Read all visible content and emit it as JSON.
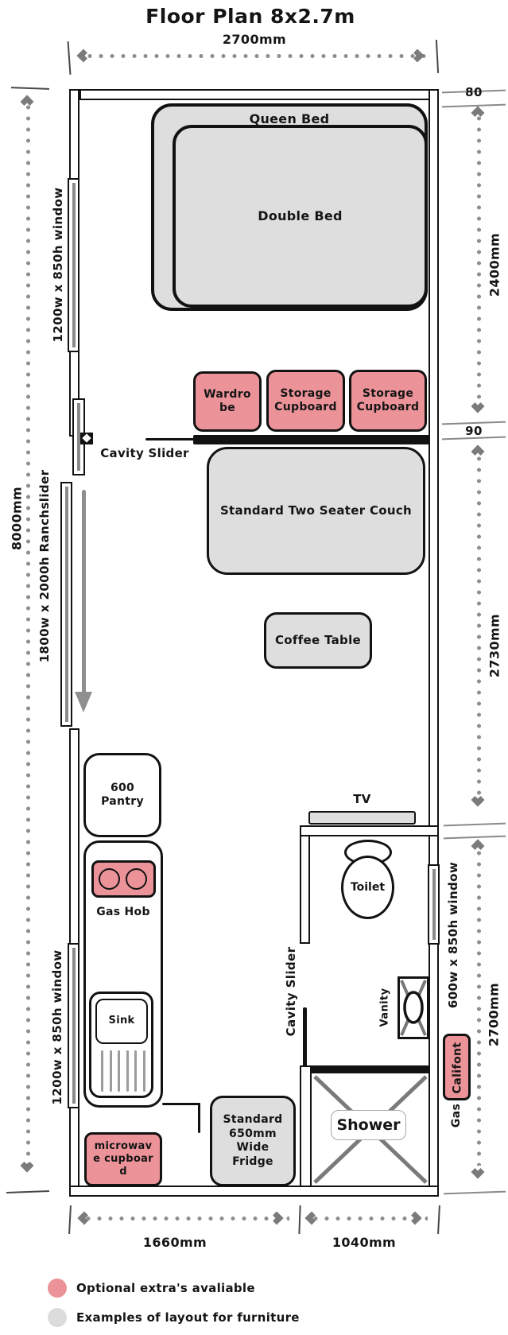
{
  "title": "Floor Plan 8x2.7m",
  "dims": {
    "top_width": "2700mm",
    "left_total": "8000mm",
    "right_80": "80",
    "right_2400": "2400mm",
    "right_90": "90",
    "right_2730": "2730mm",
    "right_2700": "2700mm",
    "bottom_left": "1660mm",
    "bottom_right": "1040mm"
  },
  "openings": {
    "window_left_top": "1200w x 850h window",
    "ranchslider": "1800w x 2000h Ranchslider",
    "window_left_bottom": "1200w x 850h window",
    "window_right": "600w x 850h window",
    "cavity_slider_bedroom": "Cavity Slider",
    "cavity_slider_bathroom": "Cavity Slider"
  },
  "furniture": {
    "queen_bed": "Queen Bed",
    "double_bed": "Double Bed",
    "wardrobe": "Wardrobe",
    "storage_cupboard_1": "Storage Cupboard",
    "storage_cupboard_2": "Storage Cupboard",
    "couch": "Standard Two Seater Couch",
    "coffee_table": "Coffee Table",
    "pantry": "600 Pantry",
    "gas_hob": "Gas Hob",
    "sink": "Sink",
    "microwave": "microwave cupboard",
    "fridge": "Standard 650mm Wide Fridge",
    "tv": "TV",
    "toilet": "Toilet",
    "vanity": "Vanity",
    "shower": "Shower",
    "gas_califont": "Califont",
    "gas_califont_prefix": "Gas"
  },
  "legend": {
    "optional": "Optional extra's avaliable",
    "furniture_examples": "Examples of layout for furniture"
  },
  "colors": {
    "optional_pink": "#ec9399",
    "furniture_grey": "#dedede",
    "legend_grey": "#dcdcdc",
    "dimension_grey": "#8f8f8f"
  }
}
